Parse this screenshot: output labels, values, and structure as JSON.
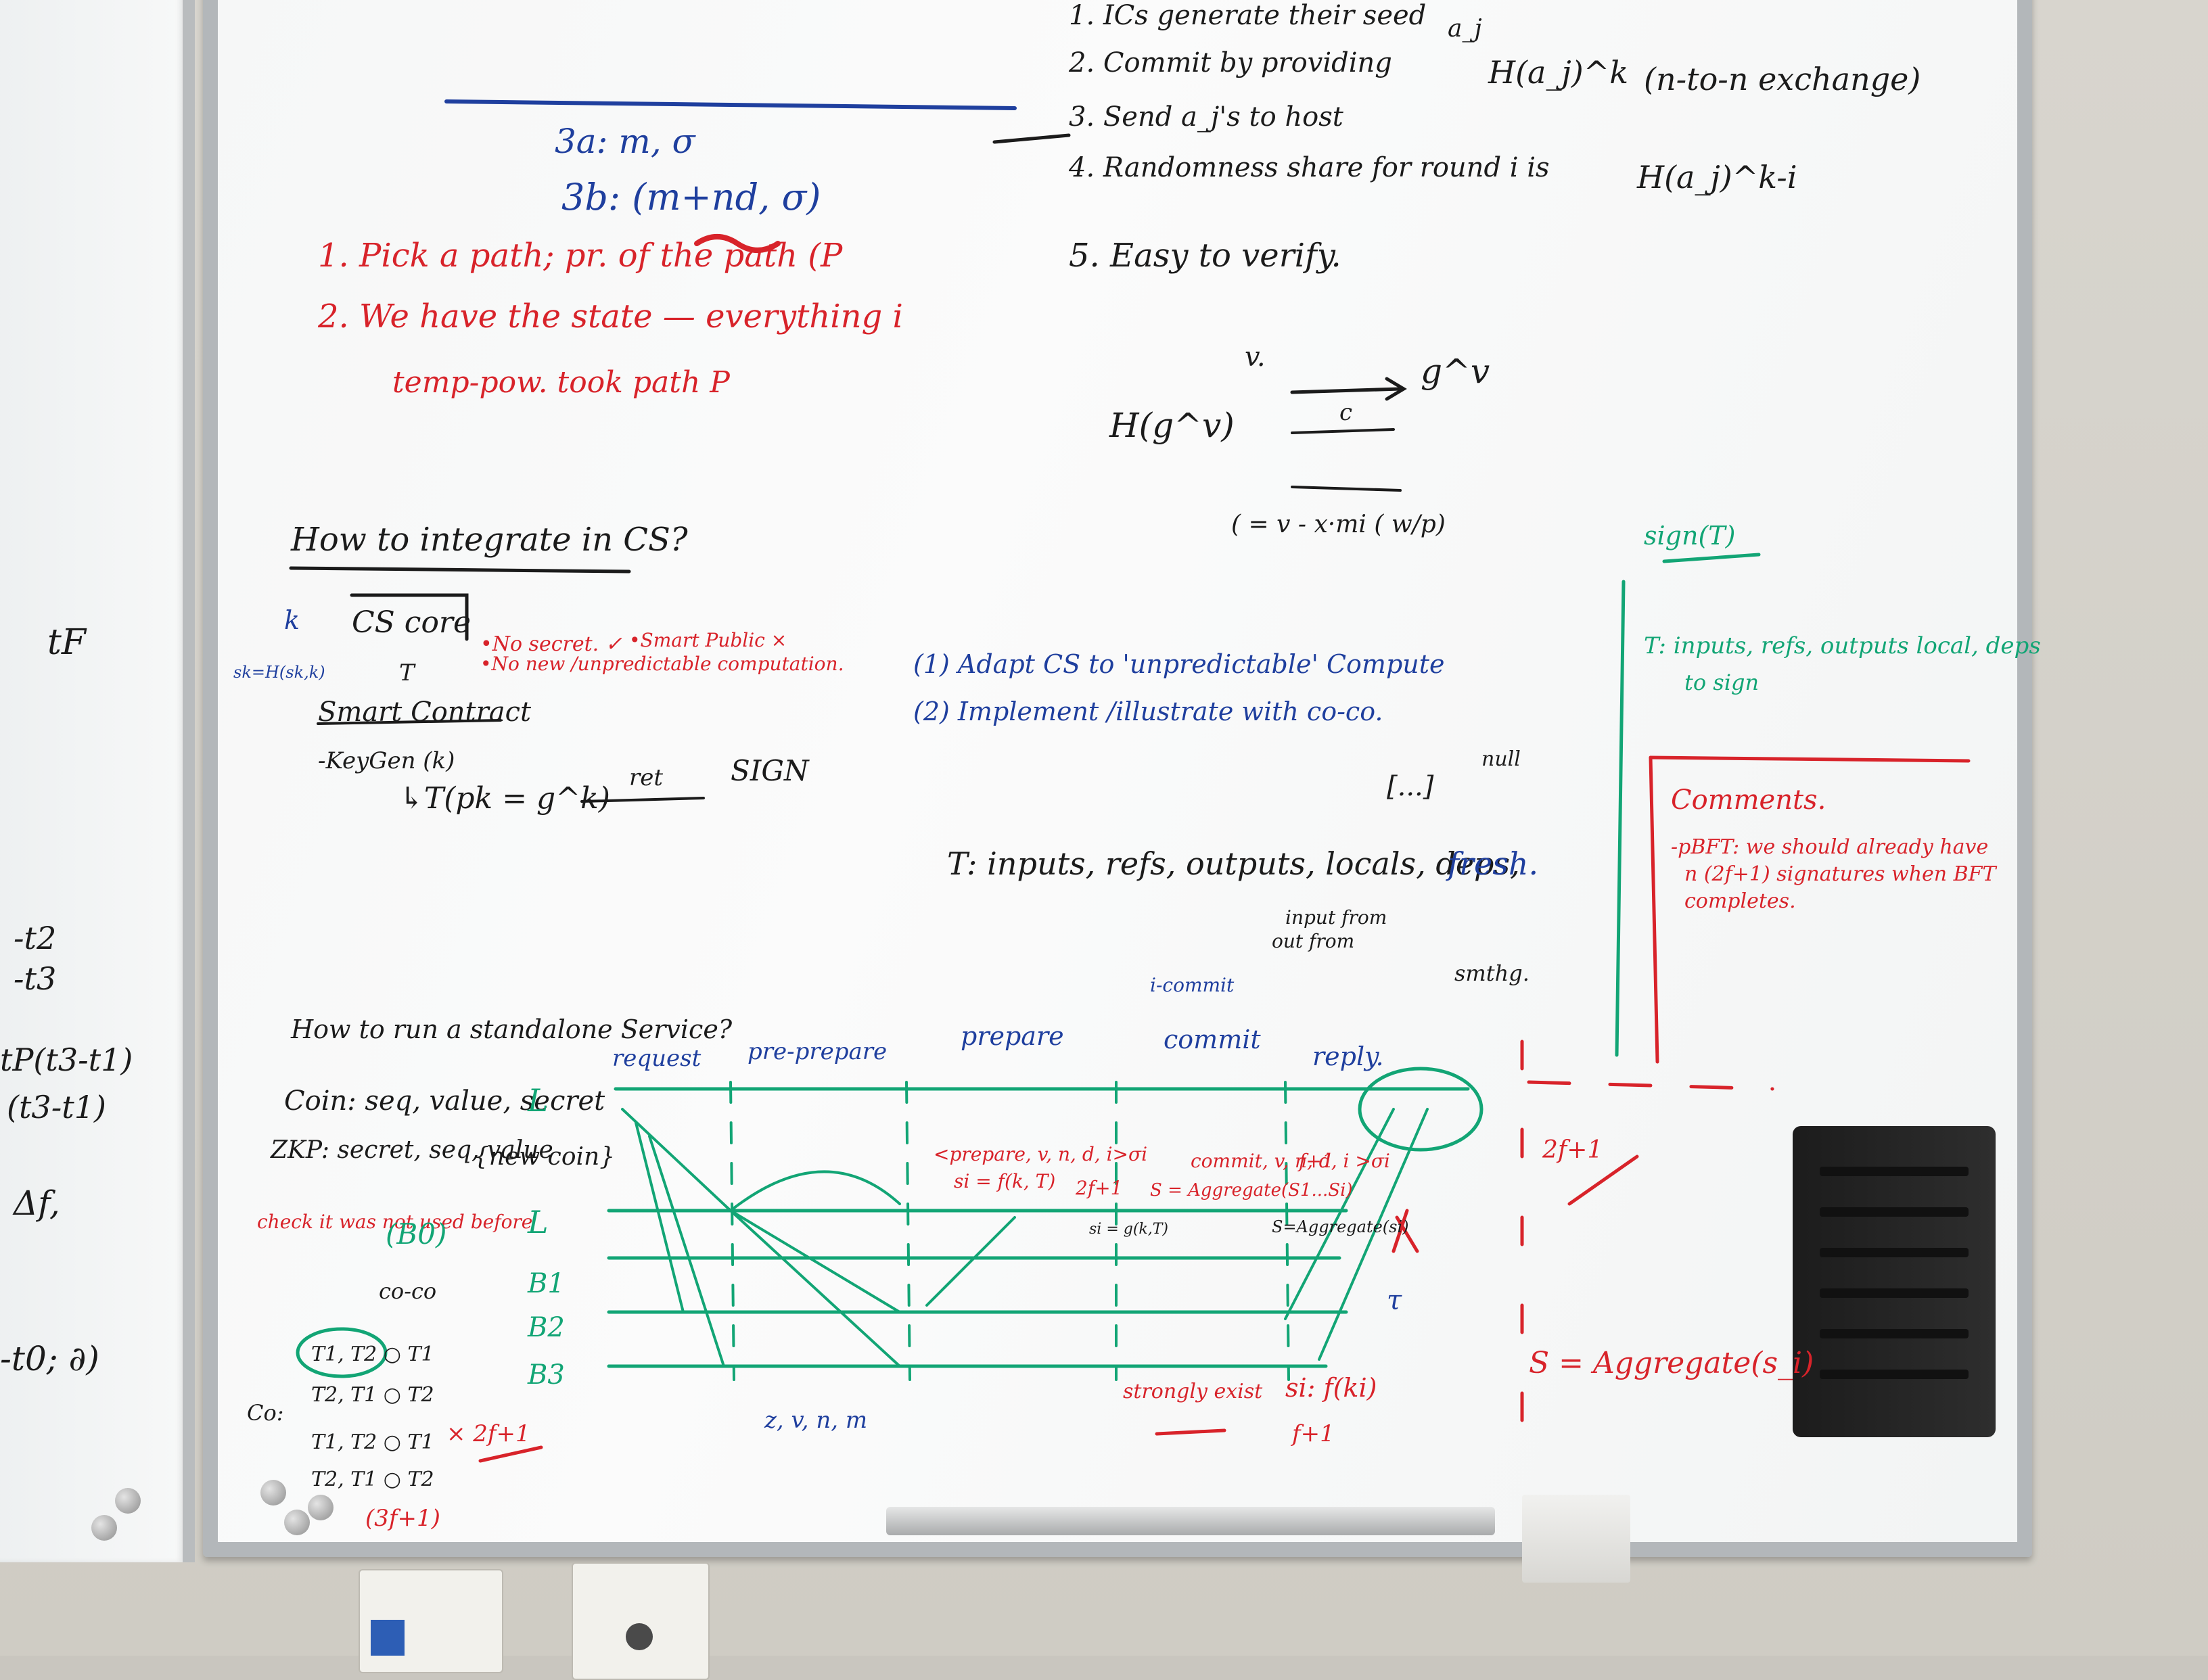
{
  "top_black": {
    "step1": "1. ICs generate their seed",
    "a_j": "a_j",
    "step2": "2. Commit by providing",
    "h_aj_k": "H(a_j)^k",
    "exchange": "(n-to-n exchange)",
    "step3": "3. Send a_j's to host",
    "step4": "4. Randomness share for round i is",
    "h_aj_ki": "H(a_j)^k-i",
    "step5": "5. Easy to verify."
  },
  "top_left_blue": {
    "l3a": "3a: m, σ",
    "l3b": "3b: (m+nd, σ)"
  },
  "top_left_red": {
    "r1": "1. Pick a path; pr. of the path (P",
    "r2": "2. We have the state — everything i",
    "r3": "temp-pow. took path P"
  },
  "middle_black": {
    "v": "v.",
    "g_v": "g^v",
    "h_gv": "H(g^v)",
    "c": "c",
    "proof": "( = v - x·mi ( w/p)",
    "heading": "How to integrate in CS?",
    "k": "k",
    "cs_core": "CS core",
    "t": "T",
    "sk": "sk=H(sk,k)",
    "smart_contract": "Smart Contract",
    "keygen": "-KeyGen (k)",
    "tk": "↳T(pk = g^k)",
    "ret": "ret",
    "sign": "SIGN",
    "no_secret": "•No secret. ✓",
    "no_new": "•No new /unpredictable computation.",
    "smart_public": "•Smart Public ×"
  },
  "middle_blue": {
    "b1": "(1) Adapt CS to 'unpredictable' Compute",
    "b2": "(2) Implement /illustrate with co-co."
  },
  "t_line": {
    "text": "T: inputs, refs, outputs, locals, deps,",
    "fresh": "fresh.",
    "bracket": "[...]",
    "null": "null",
    "input_from": "input from",
    "out_from": "out from",
    "something": "smthg."
  },
  "right_green": {
    "sign": "sign(T)",
    "note": "T: inputs, refs, outputs local, deps",
    "sign2": "to sign"
  },
  "right_red": {
    "title": "Comments.",
    "c1": "-pBFT: we should already have",
    "c2": "n (2f+1) signatures when BFT",
    "c3": "completes.",
    "f1": "2f+1",
    "s": "S = Aggregate(s_i)"
  },
  "bottom": {
    "heading": "How to run a standalone Service?",
    "phases": [
      "request",
      "pre-prepare",
      "prepare",
      "commit",
      "reply."
    ],
    "i_commit": "i-commit",
    "coin": "Coin: seq, value, secret",
    "zkp": "ZKP: secret, seq, value",
    "new_coin": "{new coin}",
    "check": "check it was not used before",
    "b0": "(B0)",
    "coco": "co-co",
    "b1": "B1",
    "b2": "B2",
    "b3": "B3",
    "l": "L",
    "tx1": "T1, T2  ○ T1",
    "tx2": "T2, T1  ○ T2",
    "tx3": "T1, T2  ○ T1",
    "tx4": "T2, T1  ○ T2",
    "co": "Co:",
    "x2f": "× 2f+1",
    "x3f": "(3f+1)",
    "prepare_msg": "<prepare, v, n, d, i>σi",
    "si_fkt": "si = f(k, T)",
    "f2": "2f+1",
    "commit_msg": "commit, v, n, d, i >σi",
    "s_agg": "S = Aggregate(S1...Si)",
    "s_agg2": "S=Aggregate(si)",
    "f3": "f+1",
    "strong": "strongly exist",
    "si_fk": "si: f(ki)",
    "f4": "f+1",
    "vnm": "z, v, n, m",
    "tau": "τ",
    "si_label": "si = g(k,T)"
  },
  "left_board": {
    "tf": "tF",
    "t2": "-t2",
    "t3": "-t3",
    "tp": "tP(t3-t1)",
    "t31": "(t3-t1)",
    "af": "Δf,",
    "t0": "-t0; ∂)"
  }
}
